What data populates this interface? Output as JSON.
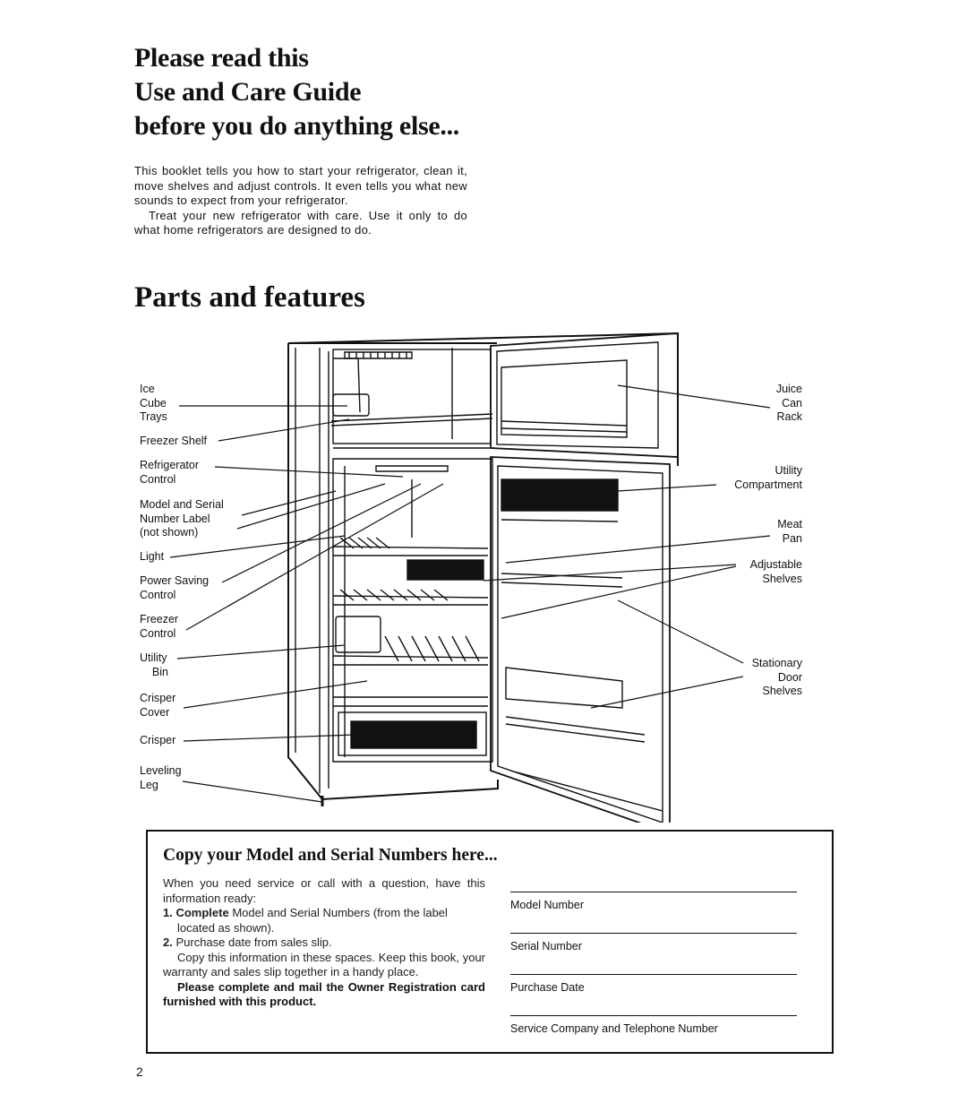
{
  "header": {
    "title_lines": [
      "Please read this",
      "Use and Care Guide",
      "before you do anything else..."
    ],
    "intro_paragraphs": [
      "This booklet tells you how to start your refrig­erator, clean it, move shelves and adjust con­trols. It even tells you what new sounds to expect from your refrigerator.",
      "Treat your new refrigerator with care. Use it only to do what home refrigerators are de­signed to do."
    ]
  },
  "parts": {
    "heading": "Parts and features",
    "left_labels": [
      "Ice\nCube\nTrays",
      "Freezer Shelf",
      "Refrigerator\nControl",
      "Model and Serial\nNumber Label\n(not shown)",
      "Light",
      "Power Saving\nControl",
      "Freezer\nControl",
      "Utility\n    Bin",
      "Crisper\nCover",
      "Crisper",
      "Leveling\nLeg"
    ],
    "right_labels": [
      "Juice\nCan\nRack",
      "Utility\nCompartment",
      "Meat\nPan",
      "Adjustable\nShelves",
      "Stationary\nDoor\nShelves"
    ]
  },
  "copy_section": {
    "heading": "Copy your Model and Serial Numbers here...",
    "intro": "When you need service or call with a question, have this information ready:",
    "steps": [
      {
        "num": "1.",
        "bold": "Complete",
        "text": " Model and Serial Numbers (from the label located as shown)."
      },
      {
        "num": "2.",
        "bold": "",
        "text": "Purchase date from sales slip."
      }
    ],
    "keep_note": "Copy this information in these spaces. Keep this book, your warranty and sales slip together in a handy place.",
    "mail_note": "Please complete and mail the Owner Regis­tration card furnished with this product.",
    "fields": [
      "Model Number",
      "Serial Number",
      "Purchase Date",
      "Service Company and Telephone Number"
    ]
  },
  "page_number": "2"
}
